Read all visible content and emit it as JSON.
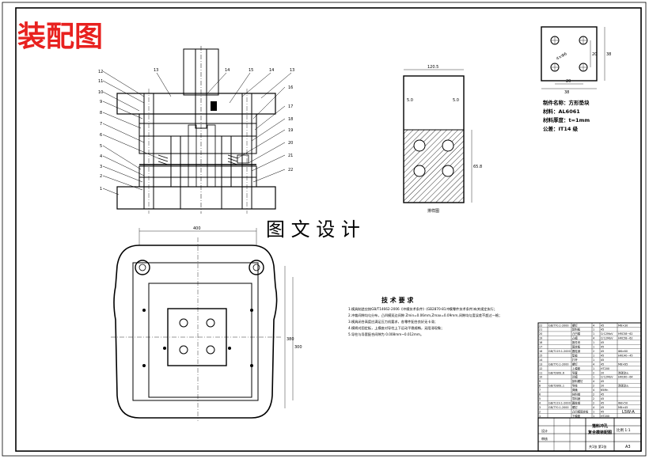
{
  "title_red": "装配图",
  "watermark": "图 文 设 计",
  "colors": {
    "red_title": "#e8211f",
    "line": "#000000",
    "hatch": "#000000",
    "paper": "#ffffff"
  },
  "callouts_left": [
    "12",
    "11",
    "10",
    "9",
    "8",
    "7",
    "6",
    "5",
    "4",
    "3",
    "2",
    "1"
  ],
  "callouts_top": [
    "13",
    "14",
    "15",
    "14",
    "13"
  ],
  "callouts_right": [
    "16",
    "17",
    "18",
    "19",
    "20",
    "21",
    "22"
  ],
  "part_info": {
    "name": "制件名称：方形垫块",
    "material": "材料：AL6061",
    "thickness": "材料厚度：t=1mm",
    "tolerance": "公差：IT14 级"
  },
  "layout_label": "排样图",
  "strip_dims": [
    "120.5",
    "5.0",
    "5.0",
    "65.8"
  ],
  "part_dims": [
    "38",
    "38",
    "20",
    "20",
    "4×Φ6"
  ],
  "plan_dims": [
    "400",
    "380",
    "300"
  ],
  "tech_req": {
    "title": "技 术 要 求",
    "items": [
      "1.模具制造应按GB/T14662-2006《冲模技术条件》(GB2870-81冲模零件技术条件)有关规定执行；",
      "2.冲裁间隙均匀分布，凸凹模双边间隙 Zmin=0.06mm,Zmax=0.09mm,间隙均匀度误差不超过一格；",
      "3.模具闭合高度应满足压力机要求，各零件配合良好无卡滞；",
      "4.模柄对固定板，上模座对导柱上下运动平稳顺畅，无阻滞现象；",
      "5.导柱与导套配合间隙为 0.008mm~0.012mm。"
    ]
  },
  "bom_rows": [
    [
      "22",
      "GB/T70.1-2000",
      "螺钉",
      "4",
      "45",
      "M6×30"
    ],
    [
      "21",
      "",
      "卸料板",
      "1",
      "45",
      ""
    ],
    [
      "20",
      "",
      "凸凹模",
      "1",
      "Cr12MoV",
      "HRC58~62"
    ],
    [
      "19",
      "",
      "凸模",
      "4",
      "Cr12MoV",
      "HRC58~62"
    ],
    [
      "18",
      "",
      "推件块",
      "1",
      "45",
      ""
    ],
    [
      "17",
      "",
      "固定板",
      "1",
      "45",
      ""
    ],
    [
      "16",
      "GB/T119.1-2000",
      "圆柱销",
      "2",
      "45",
      "Φ8×60"
    ],
    [
      "15",
      "",
      "垫板",
      "1",
      "45",
      "HRC40~45"
    ],
    [
      "14",
      "",
      "打杆",
      "1",
      "45",
      ""
    ],
    [
      "13",
      "GB/T70.1-2000",
      "螺钉",
      "4",
      "45",
      "M8×65"
    ],
    [
      "12",
      "",
      "上模座",
      "1",
      "HT200",
      ""
    ],
    [
      "11",
      "GB/T2861.6",
      "导套",
      "2",
      "20",
      "渗碳淬火"
    ],
    [
      "10",
      "",
      "凹模",
      "1",
      "Cr12MoV",
      "HRC60~64"
    ],
    [
      "9",
      "",
      "卸料螺钉",
      "4",
      "45",
      ""
    ],
    [
      "8",
      "GB/T2861.1",
      "导柱",
      "2",
      "20",
      "渗碳淬火"
    ],
    [
      "7",
      "",
      "弹簧",
      "4",
      "65Mn",
      ""
    ],
    [
      "6",
      "",
      "挡料销",
      "2",
      "45",
      ""
    ],
    [
      "5",
      "",
      "导料销",
      "2",
      "45",
      ""
    ],
    [
      "4",
      "GB/T119.1-2000",
      "圆柱销",
      "2",
      "45",
      "Φ8×50"
    ],
    [
      "3",
      "GB/T70.1-2000",
      "螺钉",
      "4",
      "45",
      "M8×45"
    ],
    [
      "2",
      "",
      "凸凹模固定板",
      "1",
      "45",
      ""
    ],
    [
      "1",
      "",
      "下模座",
      "1",
      "HT200",
      ""
    ]
  ],
  "title_block": {
    "code": "LSW-A",
    "drawing_name_1": "落料冲孔",
    "drawing_name_2": "复合模装配图",
    "sheet": "共1张 第1张",
    "scale_label": "比例 1:1",
    "label_a": "设计",
    "label_b": "审核",
    "label_c": "A3"
  }
}
